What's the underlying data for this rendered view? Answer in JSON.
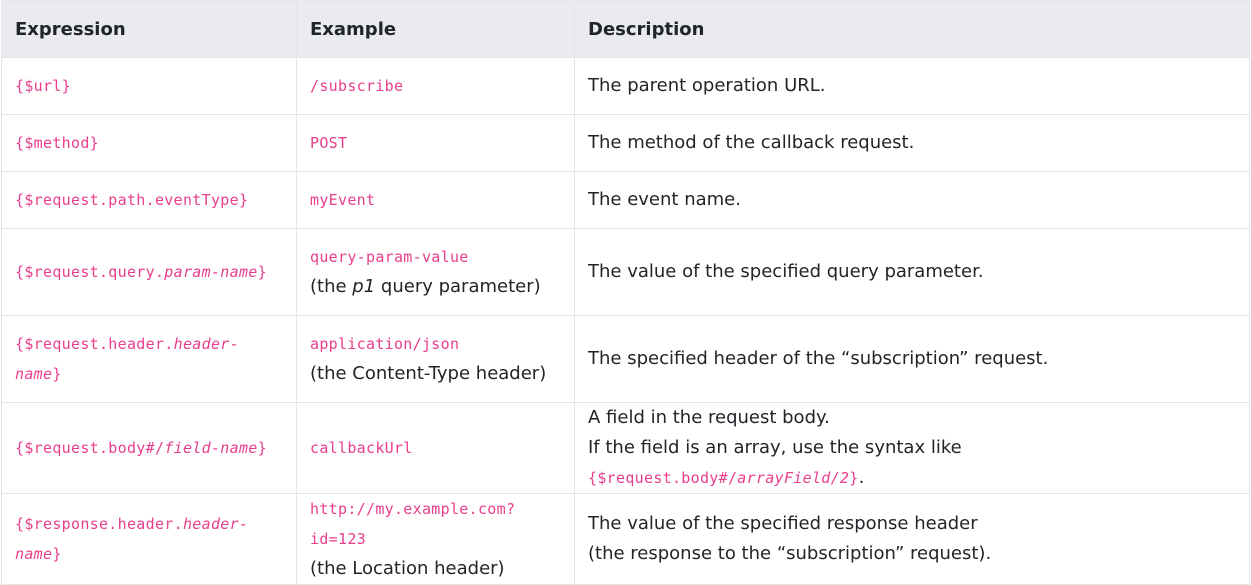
{
  "headers": [
    "Expression",
    "Example",
    "Description"
  ],
  "rows": [
    {
      "expr": [
        "{$url}",
        "",
        ""
      ],
      "example": "/subscribe",
      "example_note": "",
      "desc": [
        "The parent operation URL."
      ]
    },
    {
      "expr": [
        "{$method}",
        "",
        ""
      ],
      "example": "POST",
      "example_note": "",
      "desc": [
        "The method of the callback request."
      ]
    },
    {
      "expr": [
        "{$request.path.eventType}",
        "",
        ""
      ],
      "example": "myEvent",
      "example_note": "",
      "desc": [
        "The event name."
      ]
    },
    {
      "expr": [
        "{$request.query.",
        "param-name",
        "}"
      ],
      "example": "query-param-value",
      "example_note": [
        "(the ",
        "p1",
        " query parameter)"
      ],
      "desc": [
        "The value of the specified query parameter."
      ]
    },
    {
      "expr": [
        "{$request.header.",
        "header-name",
        "}"
      ],
      "example": "application/json",
      "example_note": "(the Content-Type header)",
      "desc": [
        "The specified header of the “subscription” request."
      ]
    },
    {
      "expr": [
        "{$request.body#/",
        "field-name",
        "}"
      ],
      "example": "callbackUrl",
      "example_note": "",
      "desc": [
        "A field in the request body.",
        "If the field is an array, use the syntax like ",
        "{$request.body#/",
        "arrayField/2",
        "}",
        "."
      ]
    },
    {
      "expr": [
        "{$response.header.",
        "header-name",
        "}"
      ],
      "example": "http://my.example.com?id=123",
      "example_note": "(the Location header)",
      "desc": [
        "The value of the specified response header",
        "(the response to the “subscription” request)."
      ]
    }
  ],
  "colors": {
    "code": "#e83e8c",
    "header_bg": "#e9ebee"
  }
}
